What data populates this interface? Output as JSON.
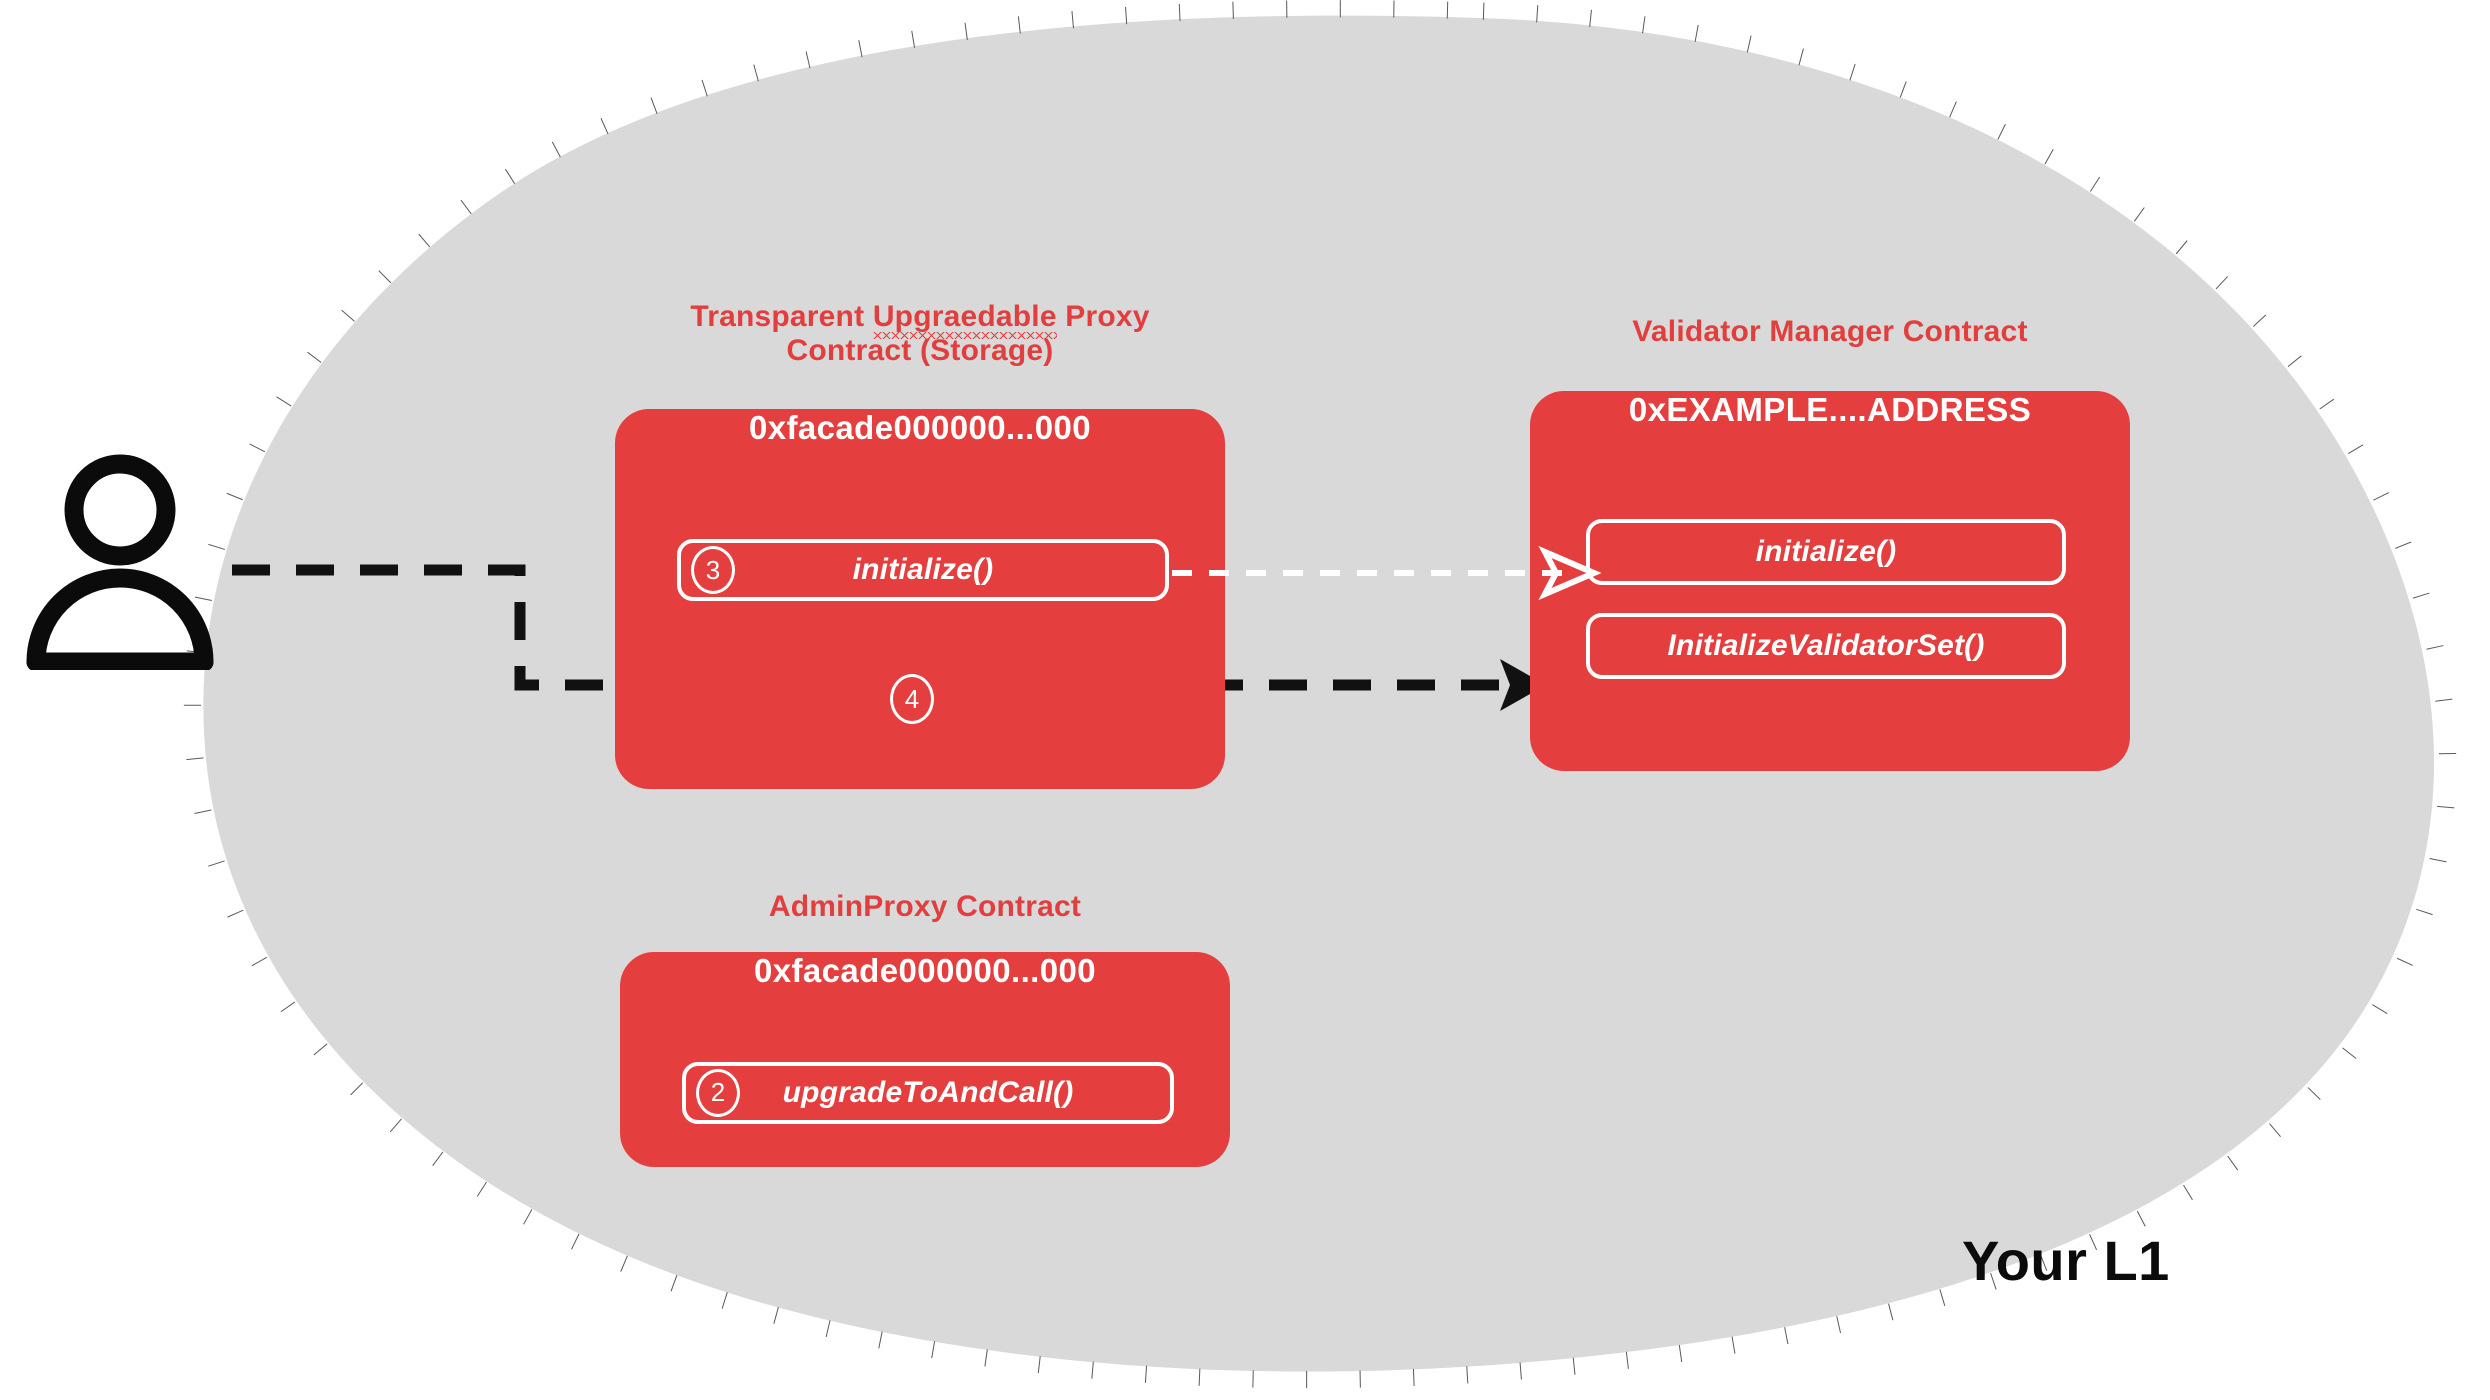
{
  "diagram": {
    "region_label": "Your L1",
    "actor_icon": "user-person-icon",
    "colors": {
      "contract_red": "#E43E3E",
      "title_red": "#E23E3E",
      "region_fill": "#D9D9D9",
      "region_border": "#5A5A5A",
      "arrow_black": "#111111",
      "arrow_white": "#FFFFFF"
    }
  },
  "contracts": [
    {
      "id": "transparent-proxy",
      "title_line1": "Transparent ",
      "title_misspelled": "Upgraedable",
      "title_line1_tail": " Proxy",
      "title_line2": "Contract (Storage)",
      "address": "0xfacade000000...000",
      "methods": [
        {
          "label": "initialize()",
          "step": "3"
        }
      ],
      "free_step": "4"
    },
    {
      "id": "validator-manager",
      "title": "Validator Manager Contract",
      "address": "0xEXAMPLE....ADDRESS",
      "methods": [
        {
          "label": "initialize()",
          "step": ""
        },
        {
          "label": "InitializeValidatorSet()",
          "step": ""
        }
      ]
    },
    {
      "id": "admin-proxy",
      "title": "AdminProxy  Contract",
      "address": "0xfacade000000...000",
      "methods": [
        {
          "label": "upgradeToAndCall()",
          "step": "2"
        }
      ]
    }
  ],
  "connectors": [
    {
      "id": "user-to-initializevalidatorset",
      "style": "dashed-black-thick",
      "from": "user",
      "to": "InitializeValidatorSet()"
    },
    {
      "id": "proxy-initialize-to-vm-initialize",
      "style": "dashed-white-thin",
      "from": "initialize()",
      "to": "initialize()"
    }
  ]
}
